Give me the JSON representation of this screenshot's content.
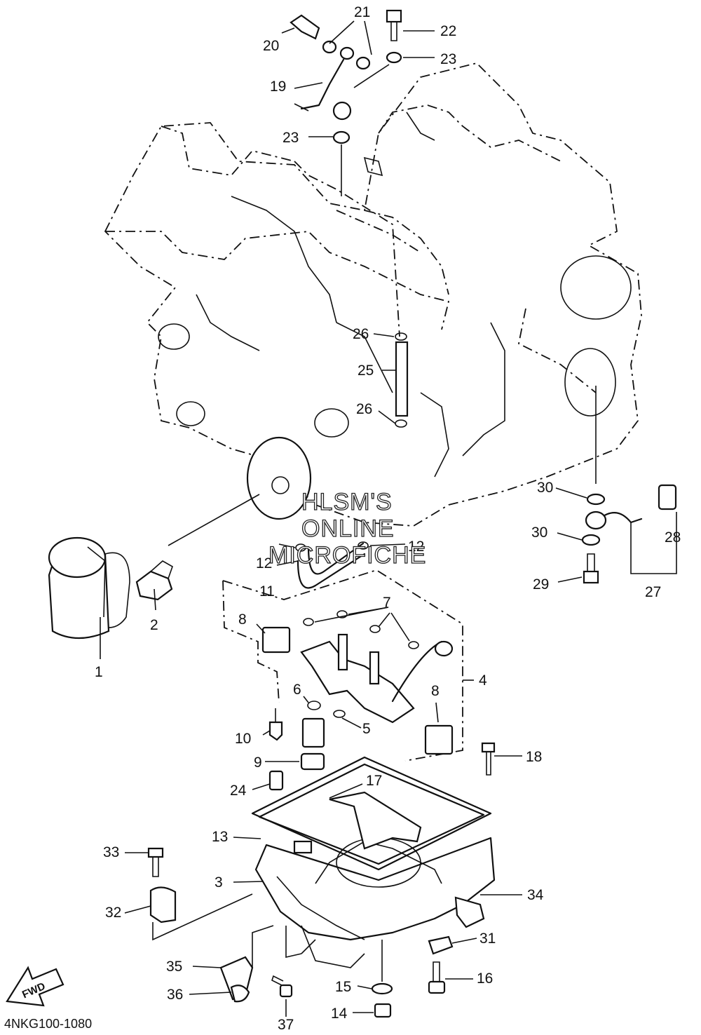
{
  "diagram_code": "4NKG100-1080",
  "watermark": [
    "HLSM'S",
    "ONLINE",
    "MICROFICHE"
  ],
  "direction_label": "FWD",
  "callouts": [
    "1",
    "2",
    "3",
    "4",
    "5",
    "6",
    "7",
    "8",
    "8",
    "9",
    "10",
    "11",
    "12",
    "12",
    "13",
    "14",
    "15",
    "16",
    "17",
    "18",
    "19",
    "20",
    "21",
    "22",
    "23",
    "23",
    "24",
    "25",
    "26",
    "26",
    "27",
    "28",
    "29",
    "30",
    "30",
    "31",
    "32",
    "33",
    "34",
    "35",
    "36",
    "37"
  ]
}
